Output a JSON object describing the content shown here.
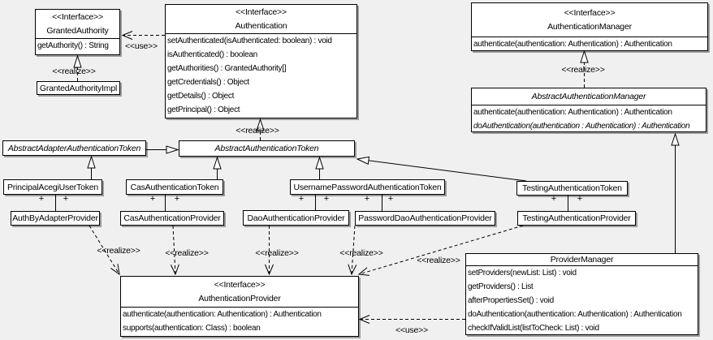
{
  "diagram": {
    "type": "uml-class-diagram",
    "background": "#f0f0f0",
    "box_fill": "#ffffff",
    "line_color": "#000000",
    "labels": {
      "use": "<<use>>",
      "realize": "<<realize>>",
      "plus": "+"
    }
  },
  "classes": {
    "granted_authority": {
      "stereotype": "<<Interface>>",
      "title": "GrantedAuthority",
      "methods": [
        "getAuthority() : String"
      ]
    },
    "granted_authority_impl": {
      "title": "GrantedAuthorityImpl"
    },
    "authentication": {
      "stereotype": "<<Interface>>",
      "title": "Authentication",
      "methods": [
        "setAuthenticated(isAuthenticated: boolean) : void",
        "isAuthenticated() : boolean",
        "getAuthorities() : GrantedAuthority[]",
        "getCredentials() : Object",
        "getDetails() : Object",
        "getPrincipal() : Object"
      ]
    },
    "authentication_manager": {
      "stereotype": "<<Interface>>",
      "title": "AuthenticationManager",
      "methods": [
        "authenticate(authentication: Authentication) : Authentication"
      ]
    },
    "abstract_authentication_manager": {
      "title": "AbstractAuthenticationManager",
      "abstract": true,
      "methods": [
        "authenticate(authentication: Authentication) : Authentication",
        "doAuthentication(authentication : Authentication) : Authentication"
      ]
    },
    "abstract_adapter_authentication_token": {
      "title": "AbstractAdapterAuthenticationToken",
      "abstract": true
    },
    "abstract_authentication_token": {
      "title": "AbstractAuthenticationToken",
      "abstract": true
    },
    "principal_acegi_user_token": {
      "title": "PrincipalAcegiUserToken"
    },
    "cas_authentication_token": {
      "title": "CasAuthenticationToken"
    },
    "username_password_authentication_token": {
      "title": "UsernamePasswordAuthenticationToken"
    },
    "testing_authentication_token": {
      "title": "TestingAuthenticationToken"
    },
    "auth_by_adapter_provider": {
      "title": "AuthByAdapterProvider"
    },
    "cas_authentication_provider": {
      "title": "CasAuthenticationProvider"
    },
    "dao_authentication_provider": {
      "title": "DaoAuthenticationProvider"
    },
    "password_dao_authentication_provider": {
      "title": "PasswordDaoAuthenticationProvider"
    },
    "testing_authentication_provider": {
      "title": "TestingAuthenticationProvider"
    },
    "authentication_provider": {
      "stereotype": "<<Interface>>",
      "title": "AuthenticationProvider",
      "methods": [
        "authenticate(authentication: Authentication) : Authentication",
        "supports(authentication: Class) : boolean"
      ]
    },
    "provider_manager": {
      "title": "ProviderManager",
      "methods": [
        "setProviders(newList: List) : void",
        "getProviders() : List",
        "afterPropertiesSet() : void",
        "doAuthentication(authentication: Authentication) : Authentication",
        "checkIfValidList(listToCheck: List) : void"
      ]
    }
  },
  "edges": [
    {
      "from": "Authentication",
      "to": "GrantedAuthority",
      "type": "use"
    },
    {
      "from": "GrantedAuthorityImpl",
      "to": "GrantedAuthority",
      "type": "realize"
    },
    {
      "from": "AbstractAuthenticationToken",
      "to": "Authentication",
      "type": "realize"
    },
    {
      "from": "AbstractAuthenticationManager",
      "to": "AuthenticationManager",
      "type": "realize"
    },
    {
      "from": "AbstractAdapterAuthenticationToken",
      "to": "AbstractAuthenticationToken",
      "type": "generalization"
    },
    {
      "from": "PrincipalAcegiUserToken",
      "to": "AbstractAdapterAuthenticationToken",
      "type": "generalization"
    },
    {
      "from": "CasAuthenticationToken",
      "to": "AbstractAuthenticationToken",
      "type": "generalization"
    },
    {
      "from": "UsernamePasswordAuthenticationToken",
      "to": "AbstractAuthenticationToken",
      "type": "generalization"
    },
    {
      "from": "TestingAuthenticationToken",
      "to": "AbstractAuthenticationToken",
      "type": "generalization"
    },
    {
      "from": "ProviderManager",
      "to": "AbstractAuthenticationManager",
      "type": "generalization"
    },
    {
      "from": "PrincipalAcegiUserToken",
      "to": "AuthByAdapterProvider",
      "type": "association",
      "ends": [
        "+",
        "+"
      ]
    },
    {
      "from": "CasAuthenticationToken",
      "to": "CasAuthenticationProvider",
      "type": "association",
      "ends": [
        "+",
        "+"
      ]
    },
    {
      "from": "UsernamePasswordAuthenticationToken",
      "to": "DaoAuthenticationProvider",
      "type": "association",
      "ends": [
        "+",
        "+"
      ]
    },
    {
      "from": "UsernamePasswordAuthenticationToken",
      "to": "PasswordDaoAuthenticationProvider",
      "type": "association",
      "ends": [
        "+",
        "+"
      ]
    },
    {
      "from": "TestingAuthenticationToken",
      "to": "TestingAuthenticationProvider",
      "type": "association",
      "ends": [
        "+",
        "+"
      ]
    },
    {
      "from": "AuthByAdapterProvider",
      "to": "AuthenticationProvider",
      "type": "realize"
    },
    {
      "from": "CasAuthenticationProvider",
      "to": "AuthenticationProvider",
      "type": "realize"
    },
    {
      "from": "DaoAuthenticationProvider",
      "to": "AuthenticationProvider",
      "type": "realize"
    },
    {
      "from": "PasswordDaoAuthenticationProvider",
      "to": "AuthenticationProvider",
      "type": "realize"
    },
    {
      "from": "TestingAuthenticationProvider",
      "to": "AuthenticationProvider",
      "type": "realize"
    },
    {
      "from": "ProviderManager",
      "to": "AuthenticationProvider",
      "type": "use"
    }
  ]
}
